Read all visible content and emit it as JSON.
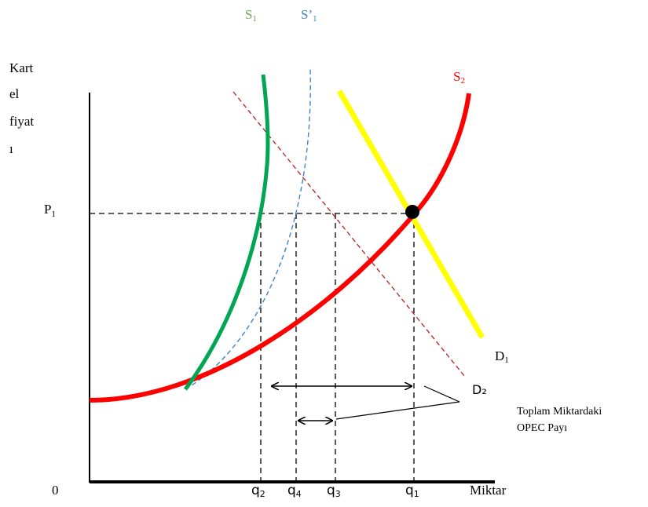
{
  "diagram": {
    "y_axis_label_lines": [
      "Kart",
      "el",
      "fiyat",
      "ı"
    ],
    "x_axis_label": "Miktar",
    "origin_label": "0",
    "price_label": {
      "base": "P",
      "sub": "1"
    },
    "curves": {
      "s1": {
        "base": "S",
        "sub": "1",
        "color": "#00a651"
      },
      "s1_prime": {
        "base": "S’",
        "sub": "1",
        "color": "#3d85c6"
      },
      "s2": {
        "base": "S",
        "sub": "2",
        "color": "#ff0000"
      },
      "d1": {
        "base": "D",
        "sub": "1",
        "color": "#ffff00"
      },
      "d2": {
        "base": "D₂",
        "color": "#b22222"
      }
    },
    "quantity_ticks": [
      {
        "id": "q2",
        "base": "q",
        "sub": "2"
      },
      {
        "id": "q4",
        "base": "q",
        "sub": "4"
      },
      {
        "id": "q3",
        "base": "q",
        "sub": "3"
      },
      {
        "id": "q1",
        "base": "q",
        "sub": "1"
      }
    ],
    "annotation_lines": [
      "Toplam Miktardaki",
      "OPEC Payı"
    ]
  }
}
